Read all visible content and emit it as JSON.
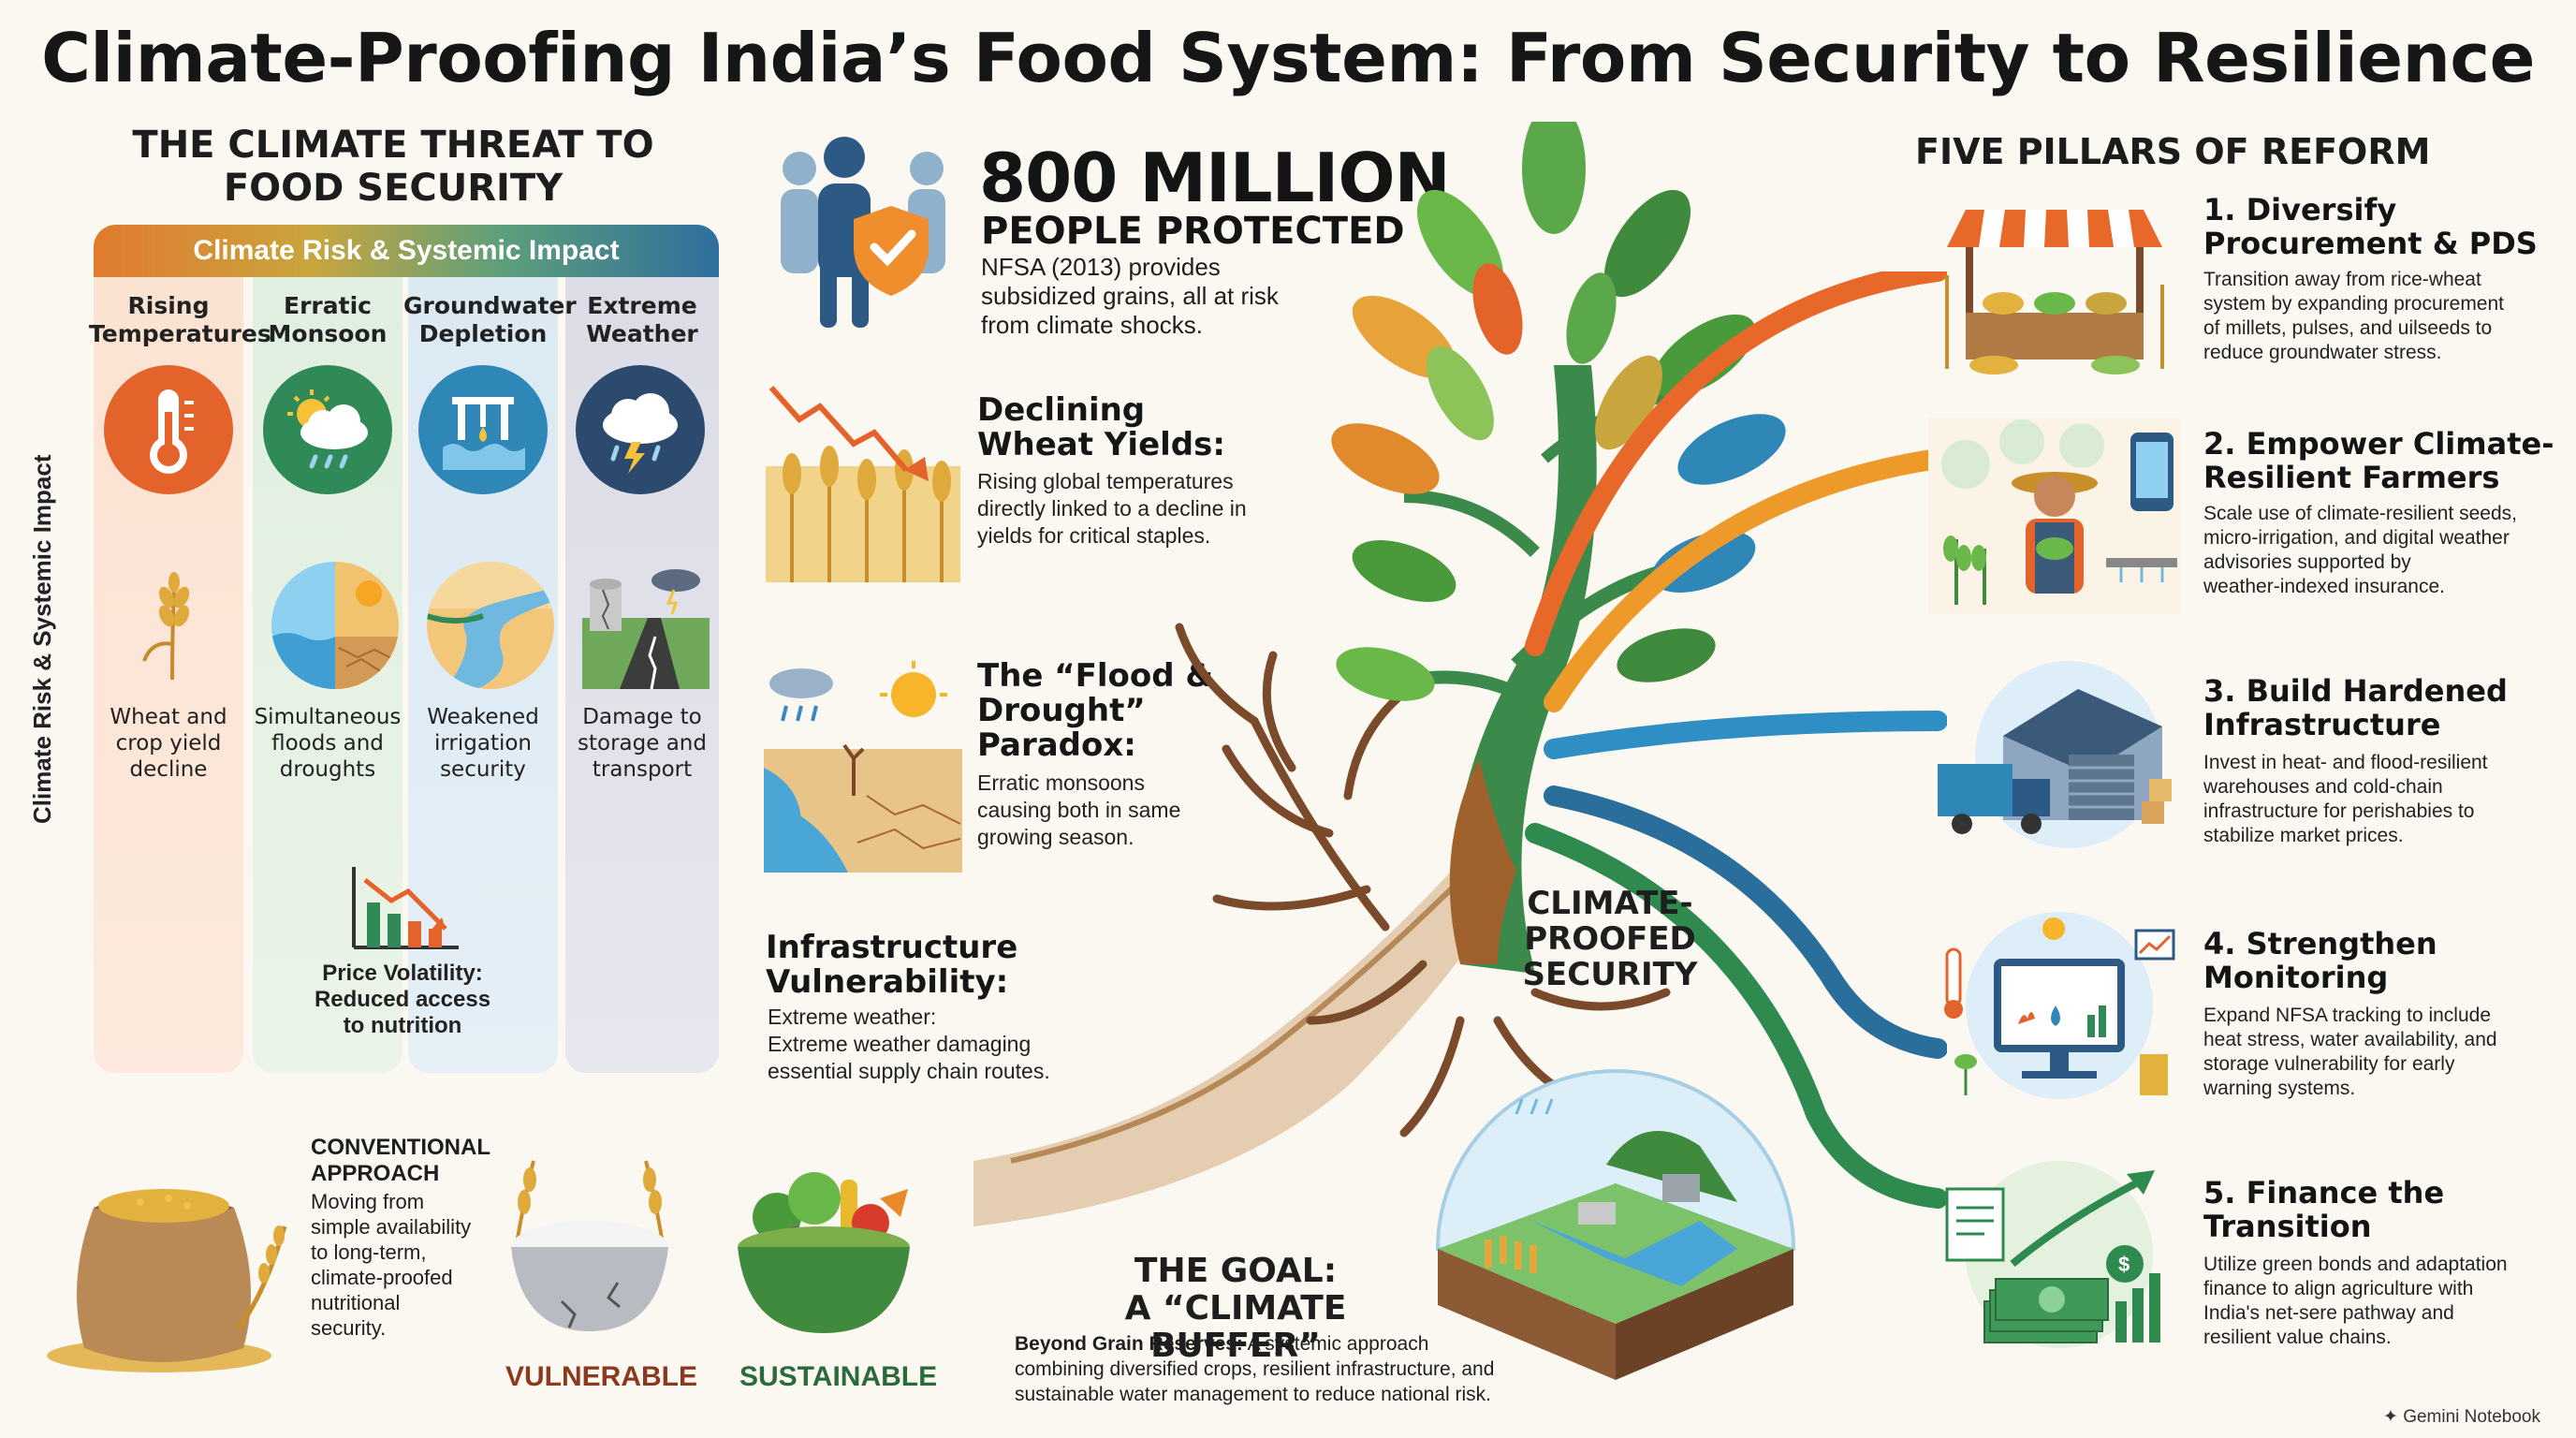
{
  "title": "Climate-Proofing India’s Food System: From Security to Resilience",
  "left": {
    "heading_line1": "THE CLIMATE THREAT TO",
    "heading_line2": "FOOD SECURITY",
    "panel_header": "Climate Risk & Systemic Impact",
    "vertical_label": "Climate Risk & Systemic Impact",
    "columns": [
      {
        "risk_line1": "Rising",
        "risk_line2": "Temperatures",
        "impact_line1": "Wheat and",
        "impact_line2": "crop yield",
        "impact_line3": "decline",
        "icon": "thermometer-icon",
        "color": "#e4632a"
      },
      {
        "risk_line1": "Erratic",
        "risk_line2": "Monsoon",
        "impact_line1": "Simultaneous",
        "impact_line2": "floods and",
        "impact_line3": "droughts",
        "icon": "rain-sun-icon",
        "color": "#2f8a58"
      },
      {
        "risk_line1": "Groundwater",
        "risk_line2": "Depletion",
        "impact_line1": "Weakened",
        "impact_line2": "irrigation",
        "impact_line3": "security",
        "icon": "well-pump-icon",
        "color": "#2f87b8"
      },
      {
        "risk_line1": "Extreme",
        "risk_line2": "Weather",
        "impact_line1": "Damage to",
        "impact_line2": "storage and",
        "impact_line3": "transport",
        "icon": "storm-icon",
        "color": "#2b4a6e"
      }
    ],
    "price_line1": "Price Volatility:",
    "price_line2": "Reduced access",
    "price_line3": "to nutrition"
  },
  "bottom_left": {
    "conv_line1": "CONVENTIONAL",
    "conv_line2": "APPROACH",
    "conv_body": [
      "Moving from",
      "simple availability",
      "to long-term,",
      "climate-proofed",
      "nutritional",
      "security."
    ],
    "vulnerable": "VULNERABLE",
    "sustainable": "SUSTAINABLE"
  },
  "center": {
    "stat_number": "800 MILLION",
    "stat_sub": "PEOPLE PROTECTED",
    "stat_body": [
      "NFSA (2013) provides",
      "subsidized grains, all at risk",
      "from climate shocks."
    ],
    "wheat_head": [
      "Declining",
      "Wheat Yields:"
    ],
    "wheat_body": [
      "Rising global temperatures",
      "directly linked to a decline in",
      "yields for critical staples."
    ],
    "flood_head": [
      "The “Flood &",
      "Drought”",
      "Paradox:"
    ],
    "flood_body": [
      "Erratic monsoons",
      "causing both in same",
      "growing season."
    ],
    "infra_head": [
      "Infrastructure",
      "Vulnerability:"
    ],
    "infra_body": [
      "Extreme weather:",
      "Extreme weather damaging",
      "essential supply chain routes."
    ],
    "tree_label": [
      "CLIMATE-",
      "PROOFED",
      "SECURITY"
    ],
    "goal_title": [
      "THE GOAL:",
      "A “CLIMATE BUFFER”"
    ],
    "goal_lead": "Beyond Grain Reserves:",
    "goal_body_1": " A systemic approach",
    "goal_body_2": "combining diversified crops, resilient infrastructure, and",
    "goal_body_3": "sustainable water management to reduce national risk."
  },
  "right": {
    "heading": "FIVE PILLARS OF REFORM",
    "pillars": [
      {
        "title": [
          "1. Diversify",
          "Procurement & PDS"
        ],
        "body": [
          "Transition away from rice-wheat",
          "system by expanding procurement",
          "of millets, pulses, and uilseeds to",
          "reduce groundwater stress."
        ],
        "color": "#e8682a",
        "icon": "market-stall-icon"
      },
      {
        "title": [
          "2. Empower Climate-",
          "Resilient Farmers"
        ],
        "body": [
          "Scale use of climate-resilient seeds,",
          "micro-irrigation, and digital weather",
          "advisories supported by",
          "weather-indexed insurance."
        ],
        "color": "#ee9a2a",
        "icon": "farmer-icon"
      },
      {
        "title": [
          "3. Build Hardened",
          "Infrastructure"
        ],
        "body": [
          "Invest in heat- and flood-resilient",
          "warehouses and cold-chain",
          "infrastructure for perishabies to",
          "stabilize market prices."
        ],
        "color": "#2f8fc4",
        "icon": "warehouse-icon"
      },
      {
        "title": [
          "4. Strengthen",
          "Monitoring"
        ],
        "body": [
          "Expand NFSA tracking to include",
          "heat stress, water availability, and",
          "storage vulnerability for early",
          "warning systems."
        ],
        "color": "#2a6f9c",
        "icon": "monitor-icon"
      },
      {
        "title": [
          "5. Finance the",
          "Transition"
        ],
        "body": [
          "Utilize green bonds and adaptation",
          "finance to align agriculture with",
          "India's net-sere pathway and",
          "resilient value chains."
        ],
        "color": "#2e8a4e",
        "icon": "money-growth-icon"
      }
    ]
  },
  "watermark": "Gemini Notebook"
}
